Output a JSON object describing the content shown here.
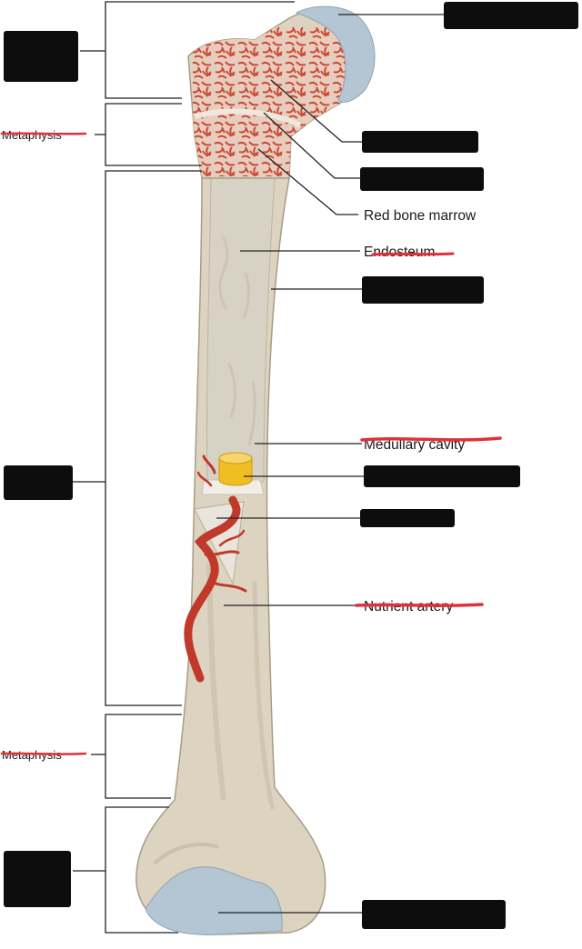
{
  "colors": {
    "bone": "#dcd3c1",
    "bone_dark": "#bfb29a",
    "medullary": "#d8d2c5",
    "cartilage": "#b4c6d3",
    "spongy_red": "#c9442f",
    "spongy_bg": "#e7cdbd",
    "artery": "#c0392b",
    "periosteum_peel": "#e9e5dc",
    "plug": "#f0bd22",
    "redaction": "#0d0d0d",
    "strike": "#e0313a"
  },
  "labels": {
    "red_bone_marrow": "Red bone marrow",
    "endosteum": "Endosteum",
    "medullary_cavity": "Medullary cavity",
    "nutrient_artery": "Nutrient artery",
    "metaphysis_top": "Metaphysis",
    "metaphysis_bottom": "Metaphysis"
  },
  "icons": {
    "redacted_box": "black-rectangle",
    "strike_mark": "red-scribble"
  }
}
